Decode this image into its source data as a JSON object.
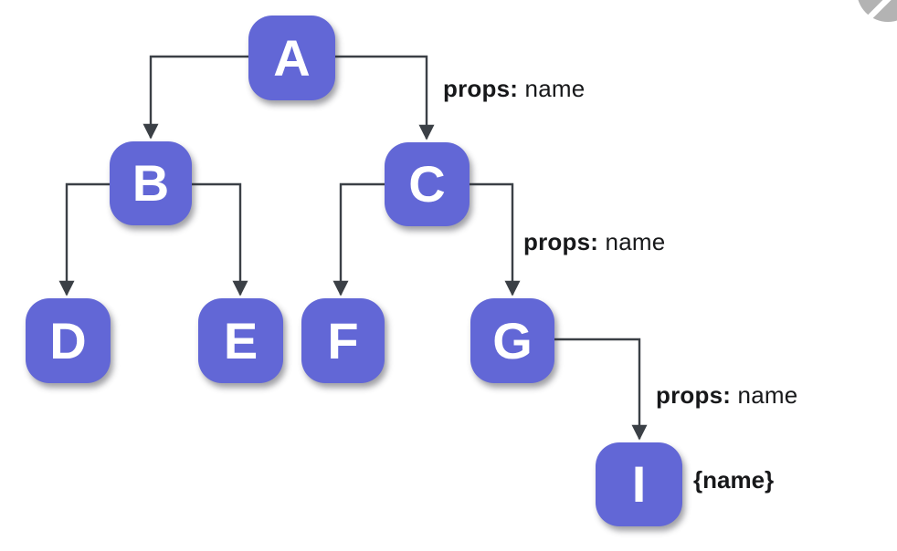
{
  "page": {
    "background_color": "#ffffff"
  },
  "nav": {
    "next_button_icon": "chevron-right",
    "next_button_color": "#b3b3b3"
  },
  "diagram": {
    "type": "component-tree",
    "node_color": "#6267d6",
    "node_text_color": "#ffffff",
    "edge_color": "#3b4046",
    "label_color": "#17181a",
    "nodes": [
      {
        "id": "A",
        "label": "A"
      },
      {
        "id": "B",
        "label": "B"
      },
      {
        "id": "C",
        "label": "C"
      },
      {
        "id": "D",
        "label": "D"
      },
      {
        "id": "E",
        "label": "E"
      },
      {
        "id": "F",
        "label": "F"
      },
      {
        "id": "G",
        "label": "G"
      },
      {
        "id": "I",
        "label": "I"
      }
    ],
    "edges": [
      {
        "from": "A",
        "to": "B"
      },
      {
        "from": "A",
        "to": "C",
        "label_bold": "props:",
        "label": "name"
      },
      {
        "from": "B",
        "to": "D"
      },
      {
        "from": "B",
        "to": "E"
      },
      {
        "from": "C",
        "to": "F"
      },
      {
        "from": "C",
        "to": "G",
        "label_bold": "props:",
        "label": "name"
      },
      {
        "from": "G",
        "to": "I",
        "label_bold": "props:",
        "label": "name"
      }
    ],
    "result_annotation": "{name}"
  }
}
